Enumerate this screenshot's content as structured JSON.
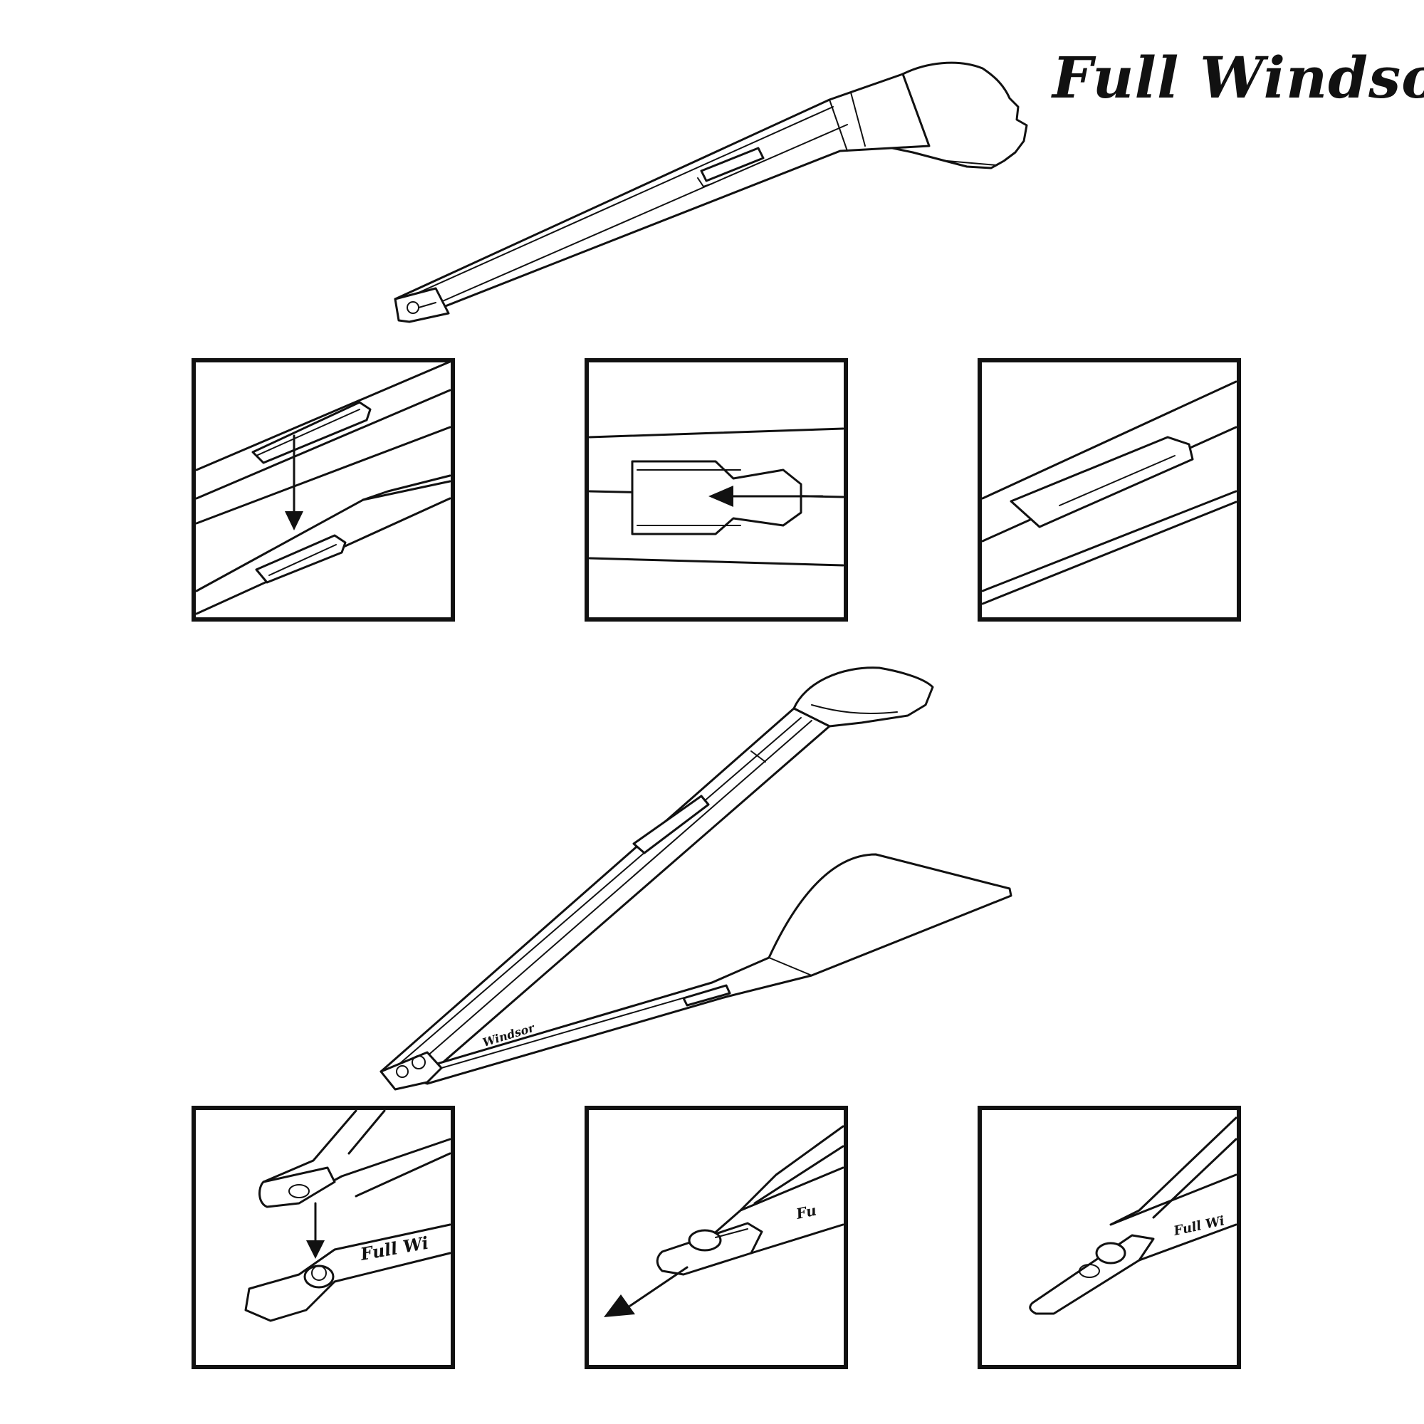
{
  "brand": {
    "title": "Full Windsor"
  },
  "engravings": {
    "panel_bottom_left": "Full Wi",
    "panel_bottom_center": "Fu",
    "panel_bottom_right": "Full Wi"
  },
  "diagram": {
    "steps": [
      {
        "id": 1,
        "action": "lower clip into slot",
        "arrow_icon": "arrow-down-icon"
      },
      {
        "id": 2,
        "action": "slide clip along",
        "arrow_icon": "arrow-left-icon"
      },
      {
        "id": 3,
        "action": "clip engaged",
        "arrow_icon": ""
      },
      {
        "id": 4,
        "action": "lower keyhole onto stud",
        "arrow_icon": "arrow-down-icon"
      },
      {
        "id": 5,
        "action": "slide keyhole to lock",
        "arrow_icon": "arrow-down-left-icon"
      },
      {
        "id": 6,
        "action": "keyhole locked",
        "arrow_icon": ""
      }
    ]
  },
  "colors": {
    "line": "#111111",
    "background": "#ffffff"
  }
}
